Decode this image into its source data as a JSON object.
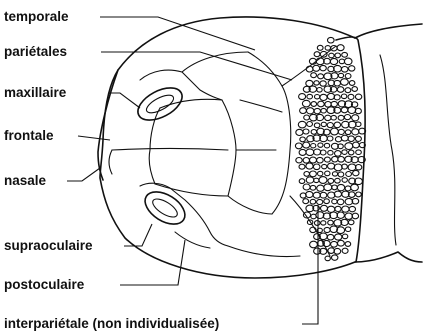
{
  "diagram": {
    "labels": {
      "temporale": "temporale",
      "parietales": "pariétales",
      "maxillaire": "maxillaire",
      "frontale": "frontale",
      "nasale": "nasale",
      "supraoculaire": "supraoculaire",
      "postoculaire": "postoculaire",
      "interparietale": "interpariétale (non individualisée)"
    },
    "colors": {
      "ink": "#111111",
      "paper": "#ffffff"
    }
  }
}
